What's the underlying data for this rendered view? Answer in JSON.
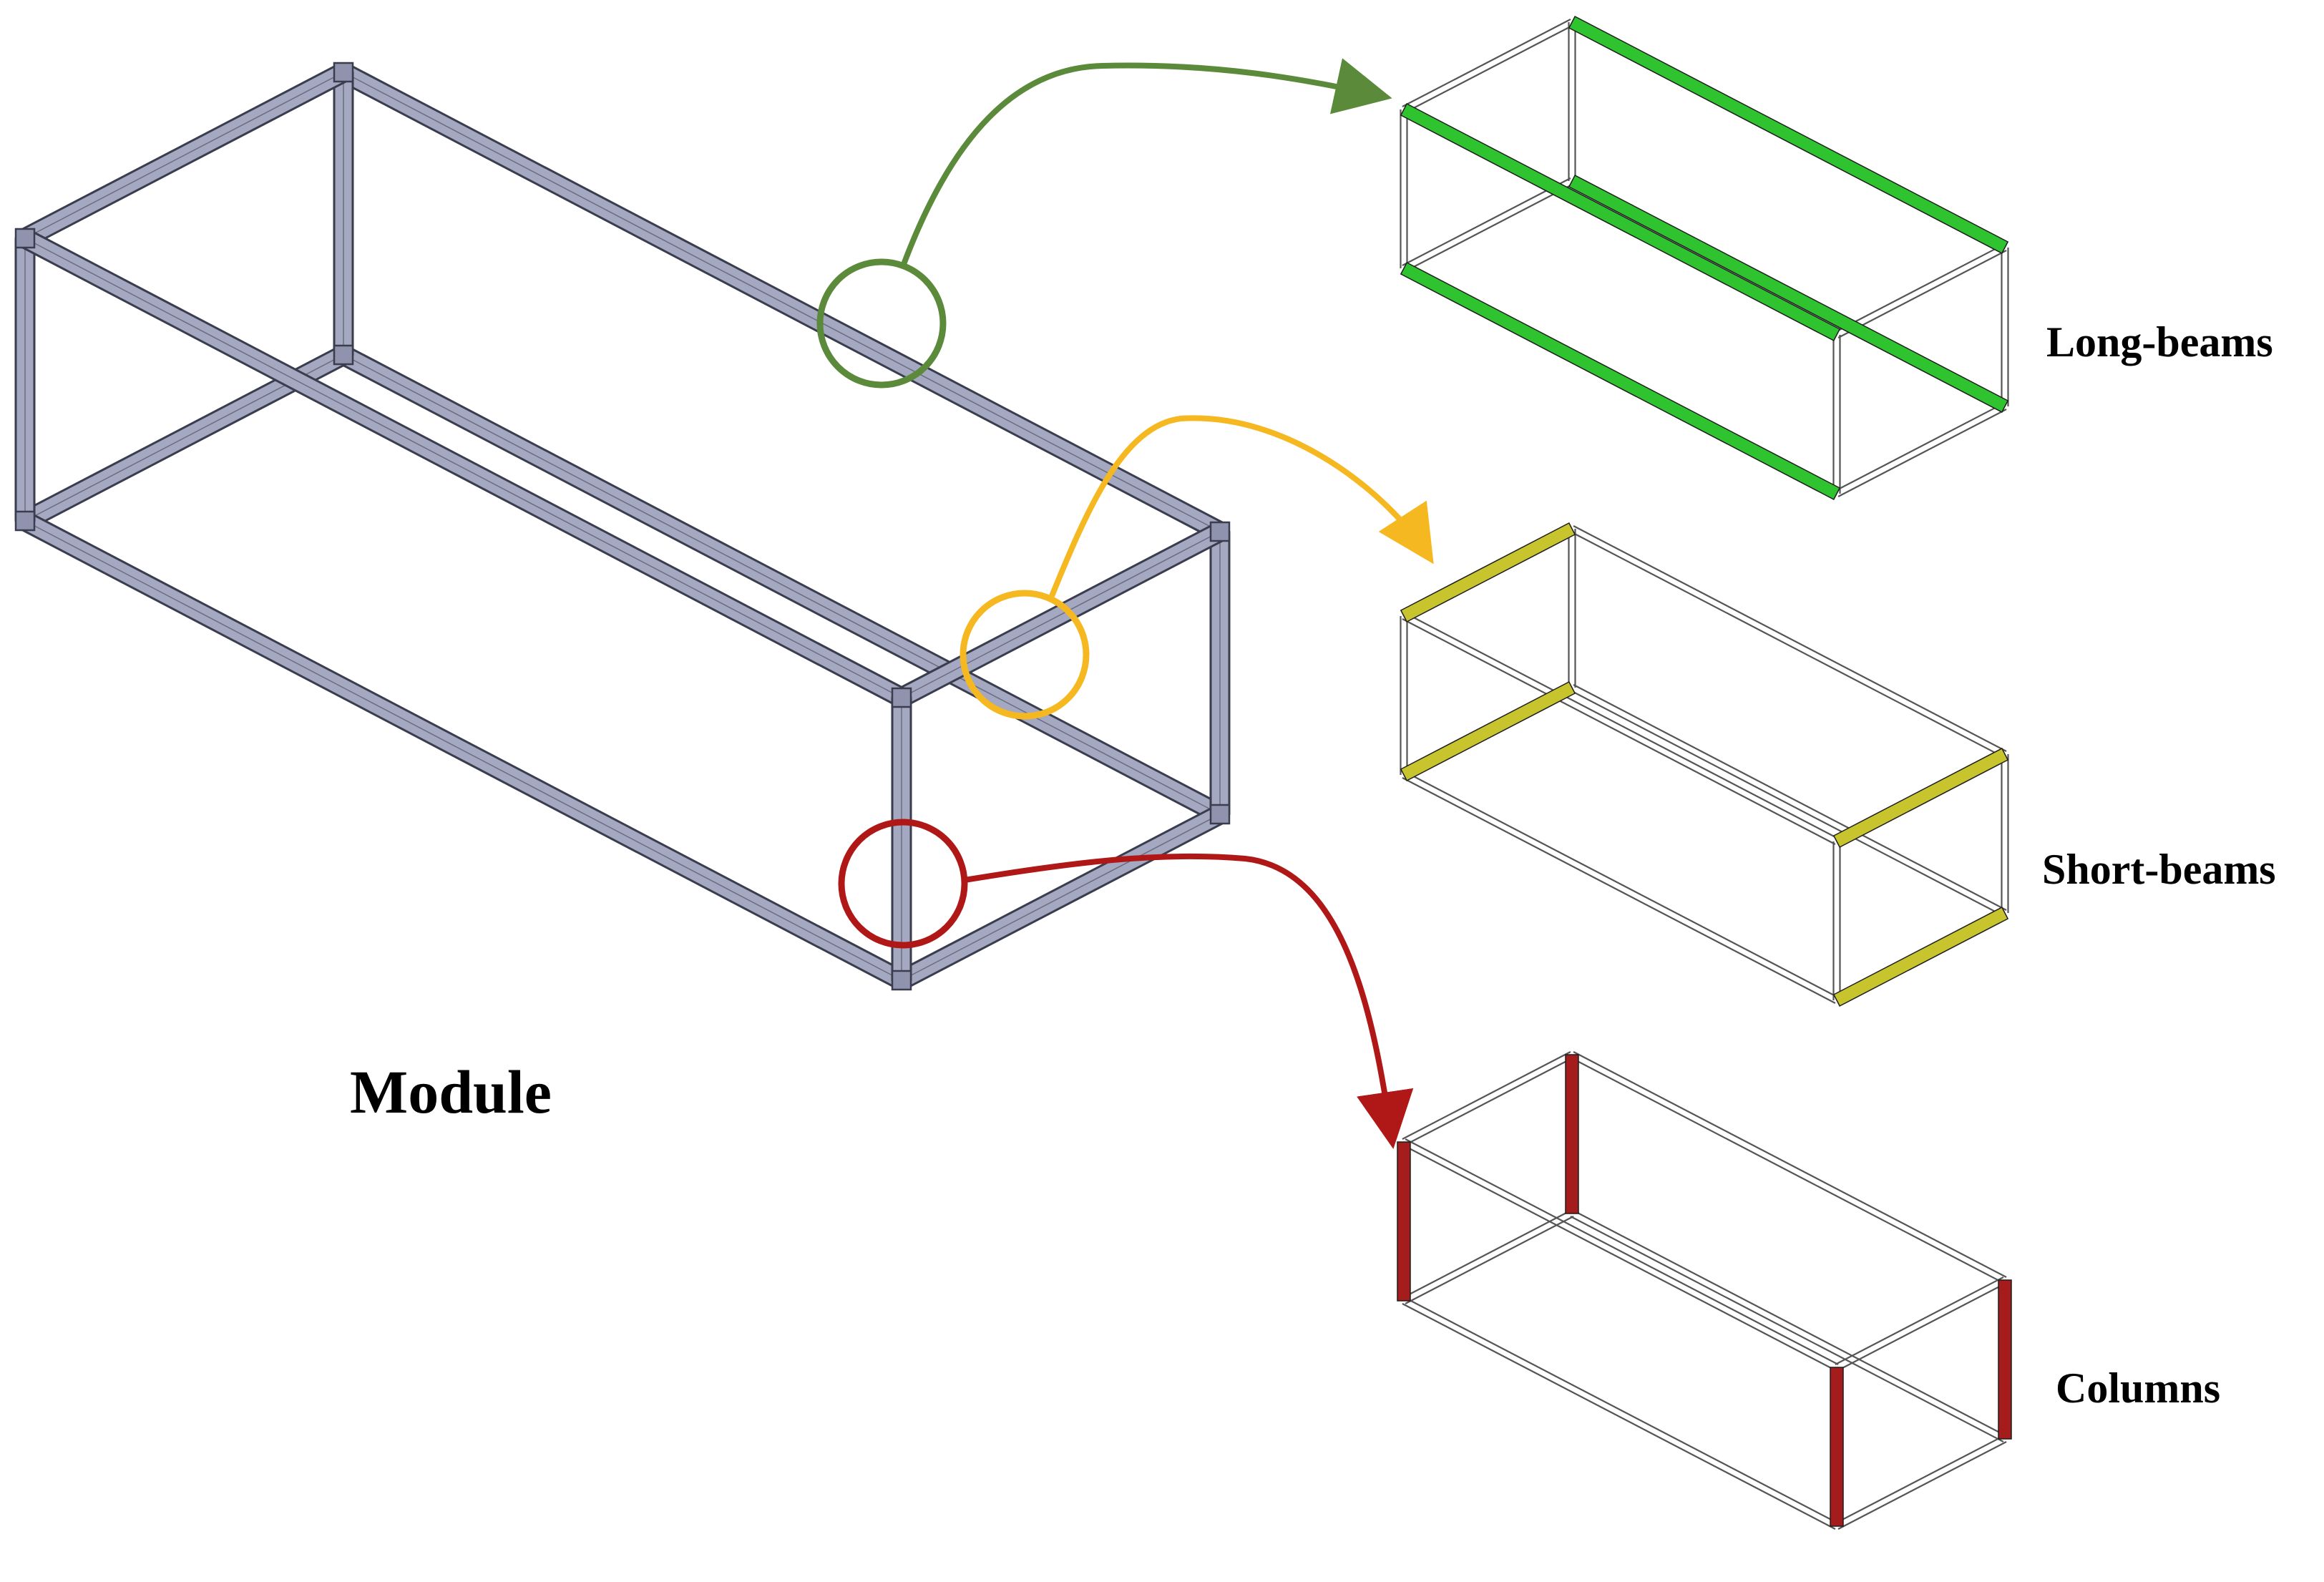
{
  "labels": {
    "module": "Module",
    "long_beams": "Long-beams",
    "short_beams": "Short-beams",
    "columns": "Columns"
  },
  "colors": {
    "frame_fill": "#a4a8c0",
    "frame_edge": "#3a3d4e",
    "long_beams": "#2fc42f",
    "short_beams": "#c8c42e",
    "columns": "#a51c1c",
    "callout_long": "#5a8a3a",
    "callout_short": "#f5b820",
    "callout_columns": "#b01818",
    "wireframe": "#555555"
  },
  "icons": {
    "callout": "circle-magnifier-icon",
    "arrow": "curved-arrow-icon"
  }
}
